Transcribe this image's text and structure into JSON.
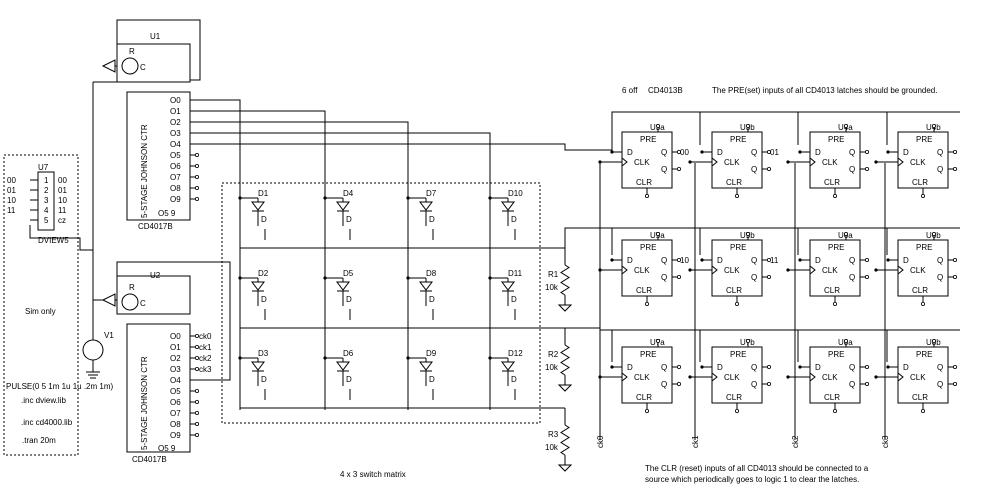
{
  "labels": {
    "u1": "U1",
    "u2": "U2",
    "u7": "U7",
    "cd4017": "CD4017B",
    "jc": "5-STAGE JOHNSON CTR",
    "dview": "DVIEW5",
    "v1": "V1",
    "sim_only": "Sim only",
    "pulse": "PULSE(0 5 1m 1u 1u .2m 1m)",
    "inc_dview": ".inc dview.lib",
    "inc_cd4000": ".inc cd4000.lib",
    "tran": ".tran 20m",
    "six_off": "6 off",
    "cd4013": "CD4013B",
    "pre_note": "The PRE(set) inputs of all CD4013 latches should be grounded.",
    "clr_note1": "The CLR (reset) inputs of all CD4013 should be connected to a",
    "clr_note2": "source which periodically goes to logic 1 to clear the latches.",
    "matrix": "4 x 3 switch matrix",
    "R": "R",
    "C": "C",
    "pre": "PRE",
    "clr": "CLR",
    "clk": "CLK",
    "d": "D",
    "q": "Q",
    "k10": "10k",
    "o5_9": "O5 9"
  },
  "u1_outputs": [
    "O0",
    "O1",
    "O2",
    "O3",
    "O4",
    "O5",
    "O6",
    "O7",
    "O8",
    "O9"
  ],
  "u2_outputs": [
    "O0",
    "O1",
    "O2",
    "O3",
    "O4",
    "O5",
    "O6",
    "O7",
    "O8",
    "O9"
  ],
  "u2_nets": [
    "ck0",
    "ck1",
    "ck2",
    "ck3"
  ],
  "u7_left": [
    "00",
    "01",
    "10",
    "11"
  ],
  "u7_pins": [
    "1",
    "2",
    "3",
    "4",
    "5"
  ],
  "u7_right": [
    "00",
    "01",
    "10",
    "11",
    "cz"
  ],
  "diodes": [
    "D1",
    "D4",
    "D7",
    "D10",
    "D2",
    "D5",
    "D8",
    "D11",
    "D3",
    "D6",
    "D9",
    "D12"
  ],
  "diode_letter": "D",
  "resistors": [
    "R1",
    "R2",
    "R3"
  ],
  "latches": [
    {
      "name": "U3a",
      "out": "00"
    },
    {
      "name": "U3b",
      "out": "01"
    },
    {
      "name": "U4a",
      "out": ""
    },
    {
      "name": "U4b",
      "out": ""
    },
    {
      "name": "U5a",
      "out": "10"
    },
    {
      "name": "U5b",
      "out": "11"
    },
    {
      "name": "U6a",
      "out": ""
    },
    {
      "name": "U6b",
      "out": ""
    },
    {
      "name": "U7a",
      "out": ""
    },
    {
      "name": "U7b",
      "out": ""
    },
    {
      "name": "U8a",
      "out": ""
    },
    {
      "name": "U8b",
      "out": ""
    }
  ],
  "clock_nets": [
    "ck0",
    "ck1",
    "ck2",
    "ck3"
  ]
}
